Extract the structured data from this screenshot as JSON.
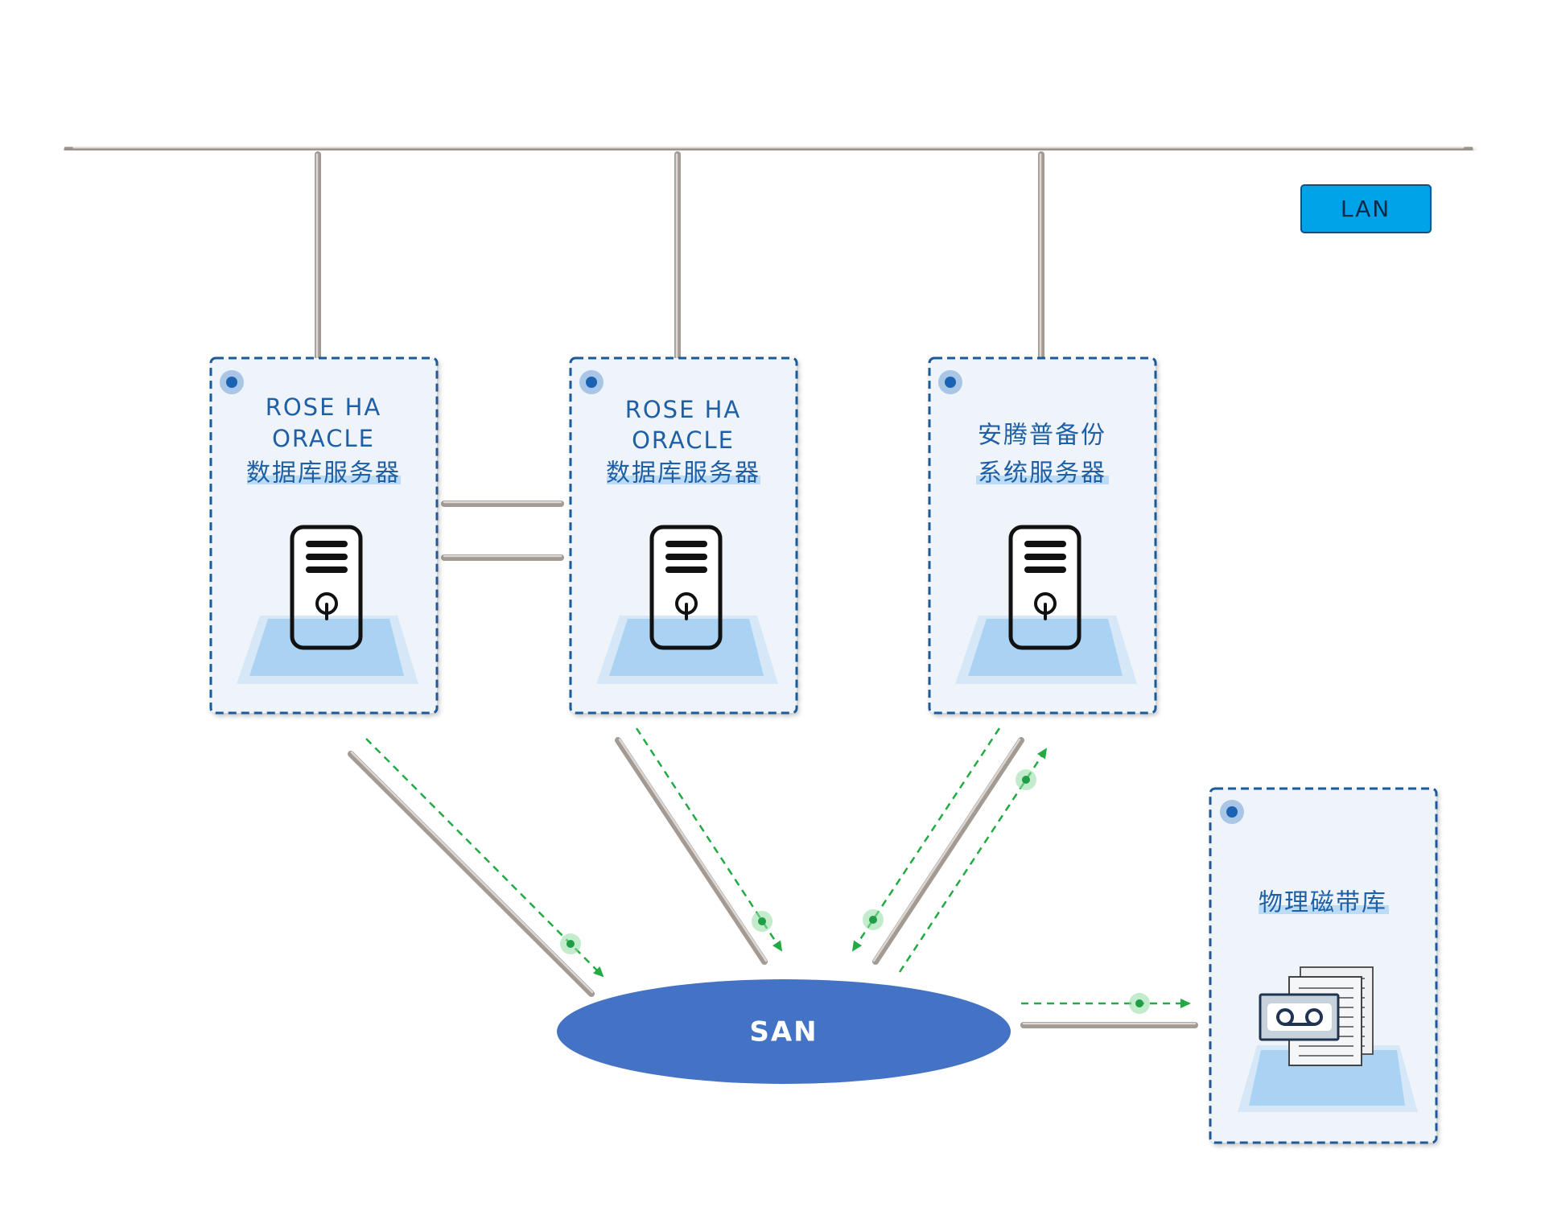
{
  "lan": {
    "label": "LAN"
  },
  "san": {
    "label": "SAN"
  },
  "nodes": {
    "rose_ha_oracle_1": {
      "lines": [
        "ROSE HA",
        "ORACLE",
        "数据库服务器"
      ],
      "icon": "server-icon"
    },
    "rose_ha_oracle_2": {
      "lines": [
        "ROSE HA",
        "ORACLE",
        "数据库服务器"
      ],
      "icon": "server-icon"
    },
    "backup_server": {
      "lines": [
        "安腾普备份",
        "系统服务器"
      ],
      "icon": "server-icon"
    },
    "tape_library": {
      "lines": [
        "物理磁带库"
      ],
      "icon": "tape-library-icon"
    }
  },
  "colors": {
    "lan_bus": "#a29a93",
    "lan_badge": "#00a2e8",
    "san": "#4472c4",
    "node_border": "#1b5a99",
    "node_text": "#1e5fa6",
    "data_flow": "#22aa44"
  }
}
